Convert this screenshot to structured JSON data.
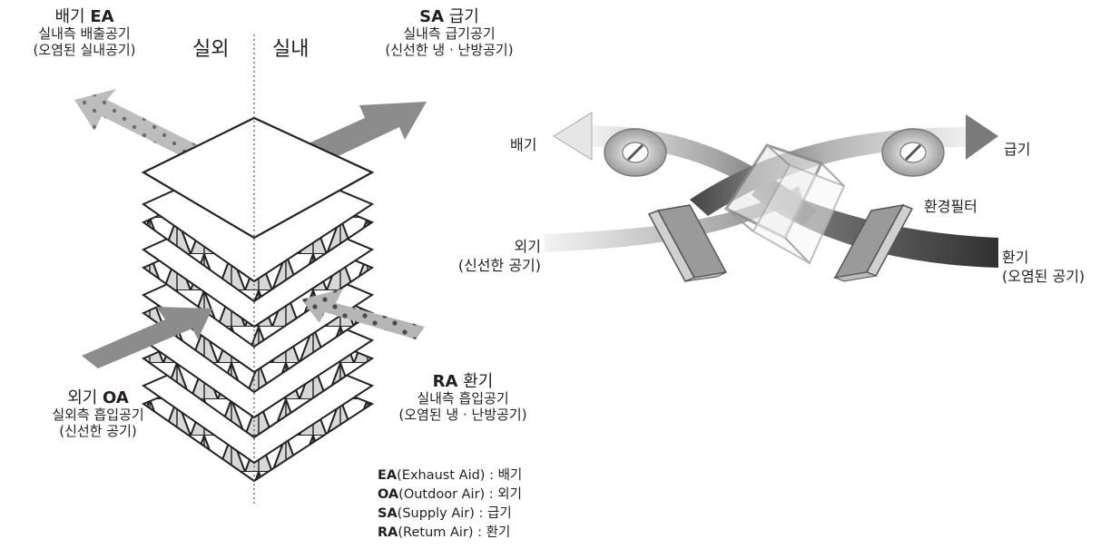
{
  "left_diagram": {
    "zone_outdoor": "실외",
    "zone_indoor": "실내",
    "ea": {
      "code": "EA",
      "prefix": "배기",
      "desc": "실내측 배출공기",
      "note": "(오염된 실내공기)"
    },
    "sa": {
      "code": "SA",
      "suffix": "급기",
      "desc": "실내측 급기공기",
      "note": "(신선한 냉 · 난방공기)"
    },
    "oa": {
      "code": "OA",
      "prefix": "외기",
      "desc": "실외측 흡입공기",
      "note": "(신선한 공기)"
    },
    "ra": {
      "code": "RA",
      "suffix": "환기",
      "desc": "실내측 흡입공기",
      "note": "(오염된 냉 · 난방공기)"
    }
  },
  "legend": [
    {
      "code": "EA",
      "text": "(Exhaust Aid) : 배기"
    },
    {
      "code": "OA",
      "text": "(Outdoor Air) : 외기"
    },
    {
      "code": "SA",
      "text": "(Supply Air) : 급기"
    },
    {
      "code": "RA",
      "text": "(Retum Air) : 환기"
    }
  ],
  "right_diagram": {
    "exhaust": "배기",
    "supply": "급기",
    "filter": "환경필터",
    "outdoor": "외기",
    "outdoor_note": "(신선한 공기)",
    "return": "환기",
    "return_note": "(오염된 공기)"
  }
}
